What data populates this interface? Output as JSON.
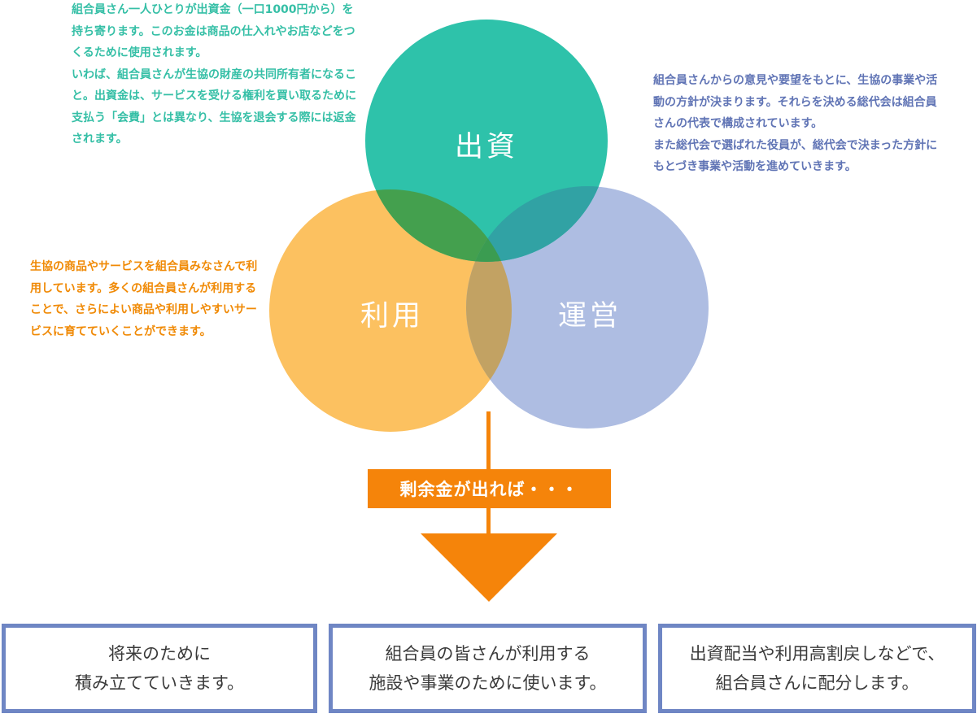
{
  "descriptions": {
    "capital": "組合員さん一人ひとりが出資金（一口1000円から）を持ち寄ります。このお金は商品の仕入れやお店などをつくるために使用されます。\nいわば、組合員さんが生協の財産の共同所有者になること。出資金は、サービスを受ける権利を買い取るために支払う「会費」とは異なり、生協を退会する際には返金されます。",
    "governance": "組合員さんからの意見や要望をもとに、生協の事業や活動の方針が決まります。それらを決める総代会は組合員さんの代表で構成されています。\nまた総代会で選ばれた役員が、総代会で決まった方針にもとづき事業や活動を進めていきます。",
    "usage": "生協の商品やサービスを組合員みなさんで利用しています。多くの組合員さんが利用することで、さらによい商品や利用しやすいサービスに育てていくことができます。"
  },
  "venn": {
    "capital_label": "出資",
    "usage_label": "利用",
    "governance_label": "運営",
    "colors": {
      "capital": "#2ec2aa",
      "usage": "#fcc160",
      "governance": "#aebde2",
      "capital_usage_overlap": "#44a04e",
      "capital_governance_overlap": "#31a2a4",
      "usage_governance_overlap": "#c2a263",
      "center_overlap": "#3b9c51"
    }
  },
  "flow": {
    "surplus_label": "剰余金が出れば・・・",
    "accent_color": "#f5840a"
  },
  "outcomes": [
    {
      "text": "将来のために\n積み立てていきます。"
    },
    {
      "text": "組合員の皆さんが利用する\n施設や事業のために使います。"
    },
    {
      "text": "出資配当や利用高割戻しなどで、\n組合員さんに配分します。"
    }
  ]
}
